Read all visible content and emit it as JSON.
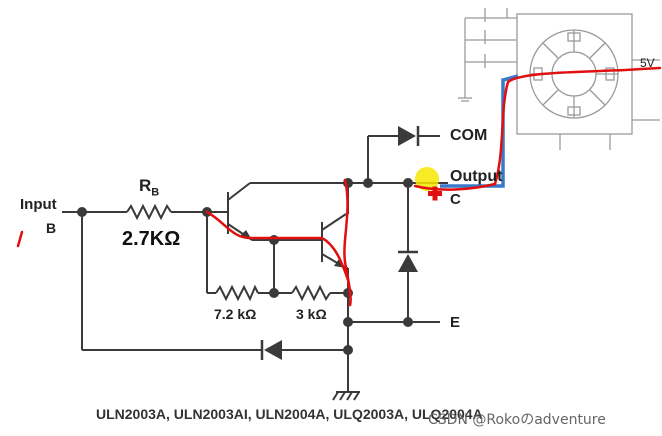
{
  "labels": {
    "input": "Input",
    "input_b": "B",
    "rb": "R",
    "rb_sub": "B",
    "rb_value": "2.7KΩ",
    "r1_value": "7.2 kΩ",
    "r2_value": "3 kΩ",
    "com": "COM",
    "output": "Output",
    "c": "C",
    "e": "E",
    "supply": "5V",
    "caption": "ULN2003A, ULN2003AI, ULN2004A, ULQ2003A, ULQ2004A",
    "watermark": "CSDN @Rokoのadventure"
  },
  "colors": {
    "wire": "#3a3a3a",
    "annotation_red": "#e01010",
    "annotation_blue": "#3a78c8",
    "highlight_yellow": "#f5e800",
    "motor_gray": "#9a9a9a"
  }
}
